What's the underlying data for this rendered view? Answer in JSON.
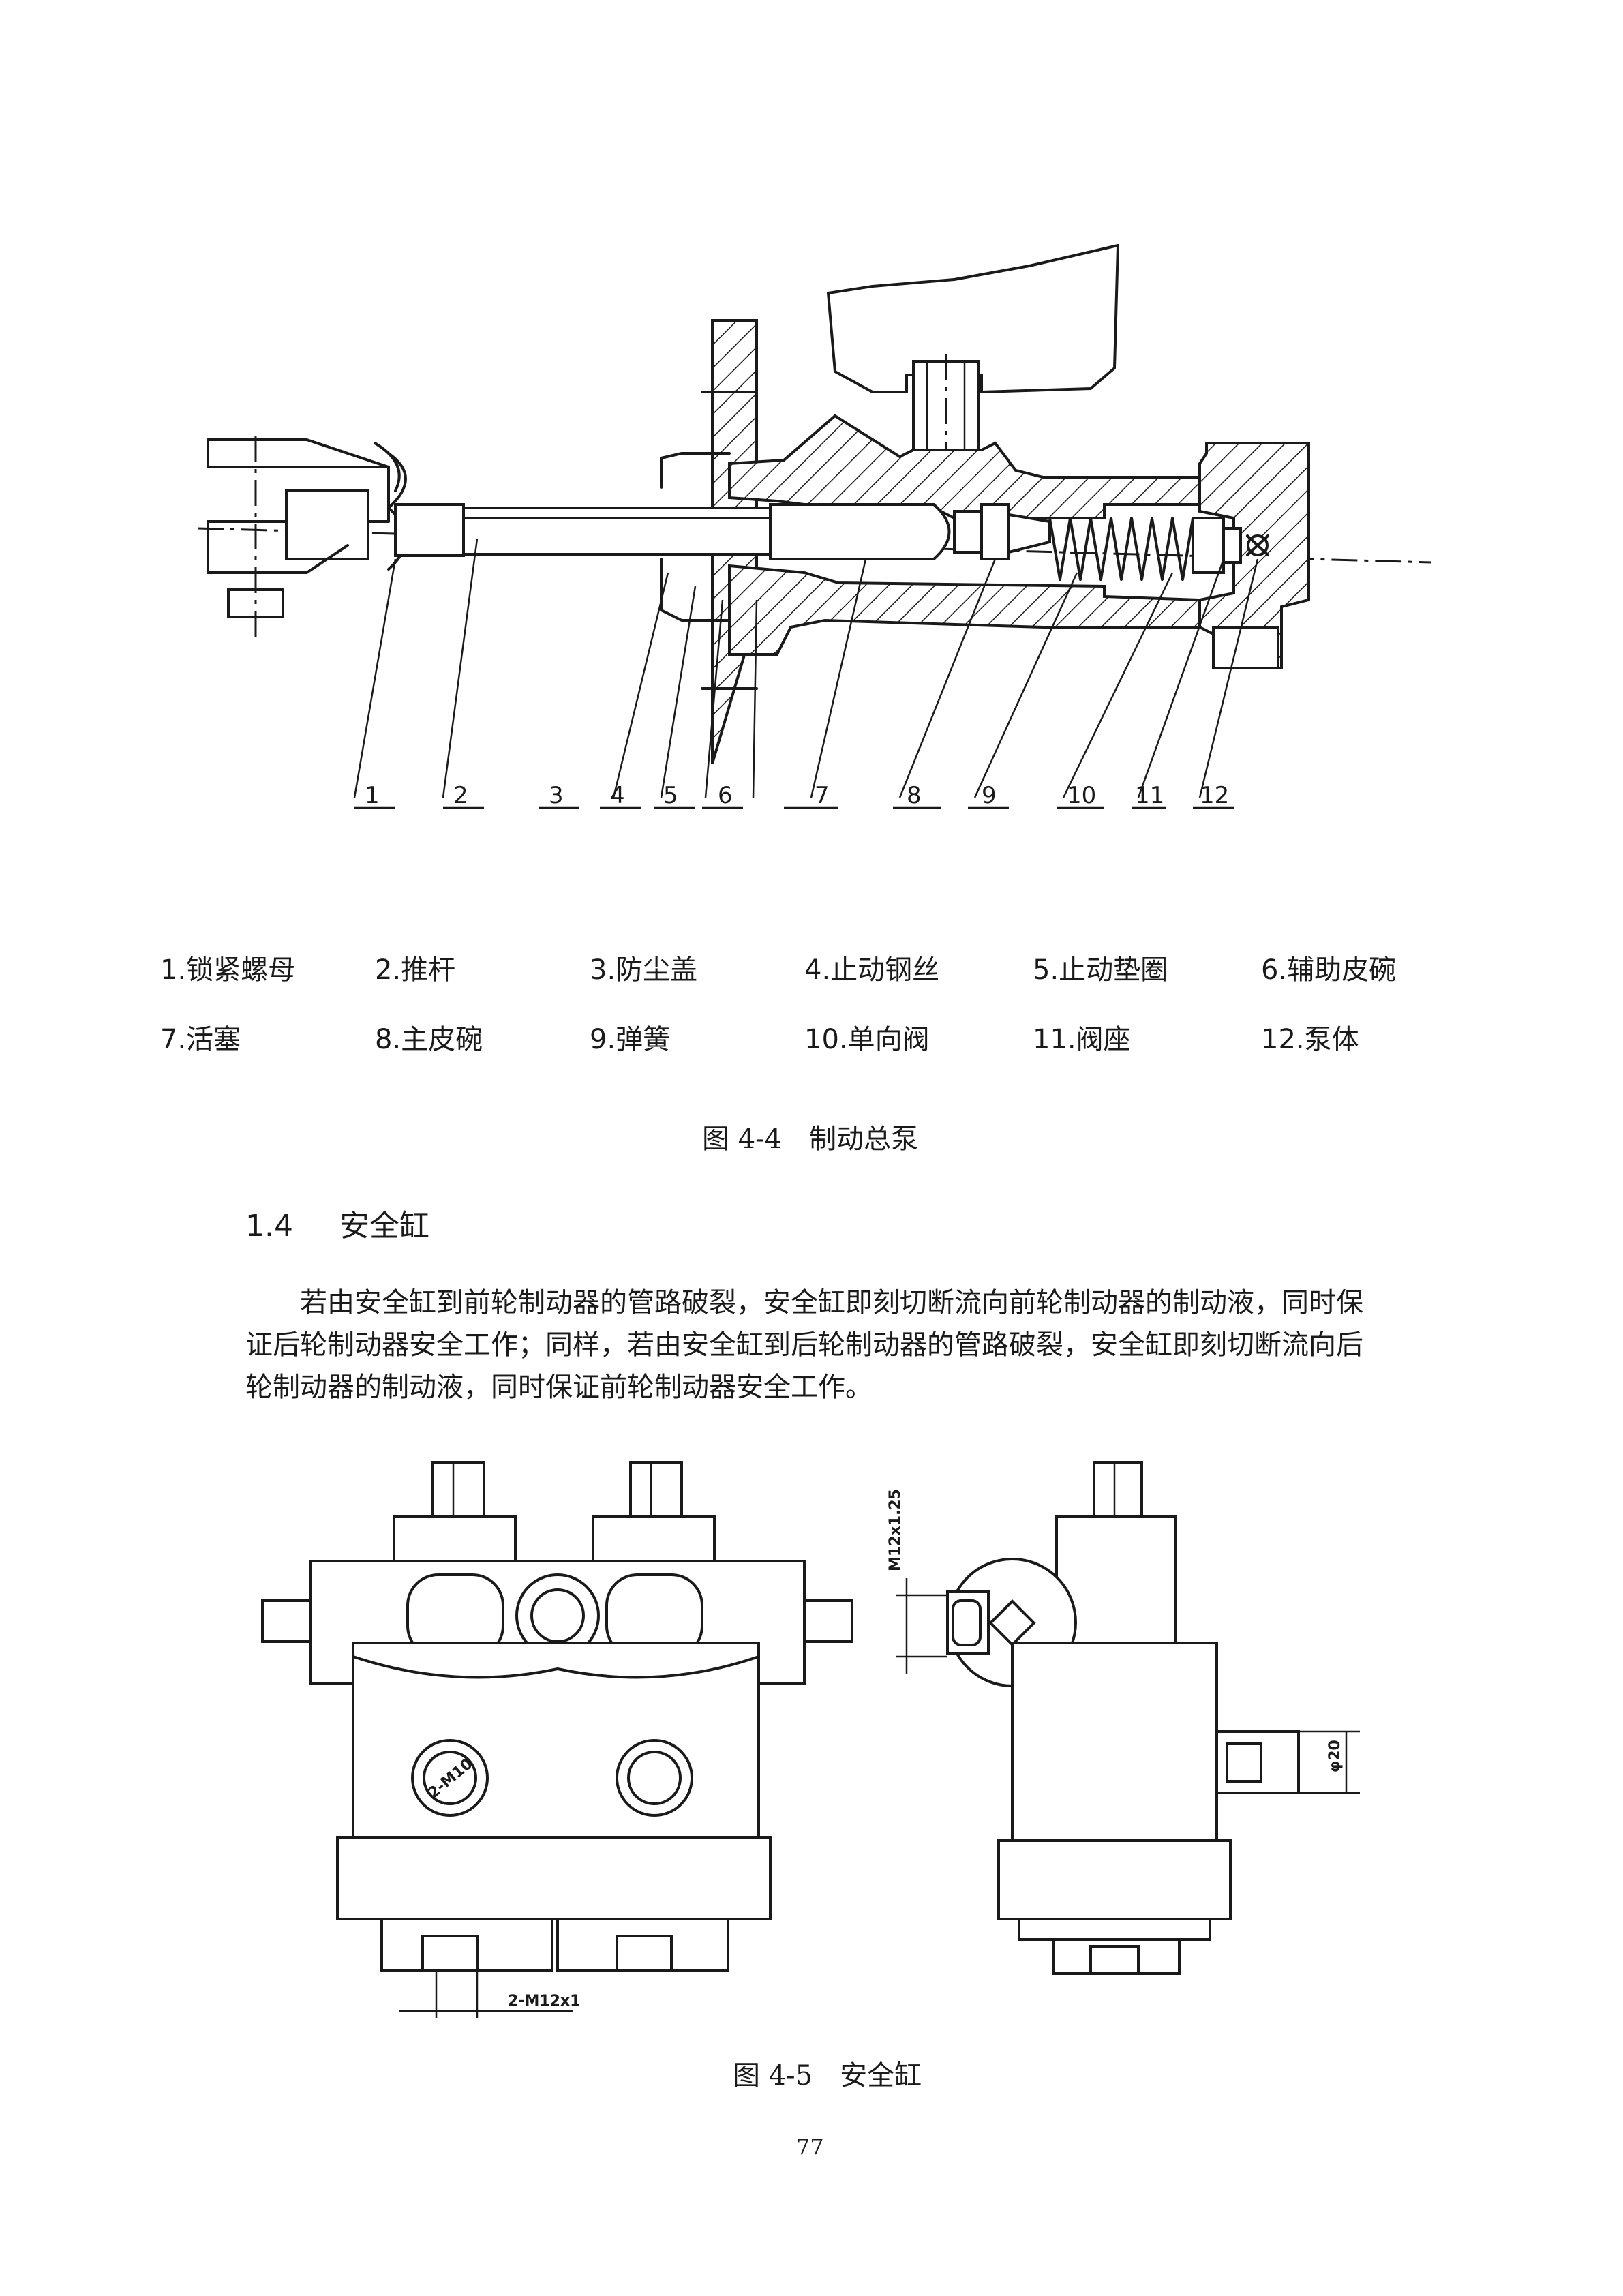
{
  "figure_4_4": {
    "callouts": [
      "1",
      "2",
      "3",
      "4",
      "5",
      "6",
      "7",
      "8",
      "9",
      "10",
      "11",
      "12"
    ],
    "legend": [
      "1.锁紧螺母",
      "2.推杆",
      "3.防尘盖",
      "4.止动钢丝",
      "5.止动垫圈",
      "6.辅助皮碗",
      "7.活塞",
      "8.主皮碗",
      "9.弹簧",
      "10.单向阀",
      "11.阀座",
      "12.泵体"
    ],
    "caption": "图 4-4　制动总泵"
  },
  "section": {
    "number": "1.4",
    "title": "安全缸",
    "paragraph": "若由安全缸到前轮制动器的管路破裂，安全缸即刻切断流向前轮制动器的制动液，同时保证后轮制动器安全工作；同样，若由安全缸到后轮制动器的管路破裂，安全缸即刻切断流向后轮制动器的制动液，同时保证前轮制动器安全工作。"
  },
  "figure_4_5": {
    "dim_bottom": "2-M12x1",
    "dim_left": "M12x1.25",
    "dim_right": "φ20",
    "port_label": "2-M10",
    "caption": "图 4-5　安全缸"
  },
  "page_number": "77"
}
